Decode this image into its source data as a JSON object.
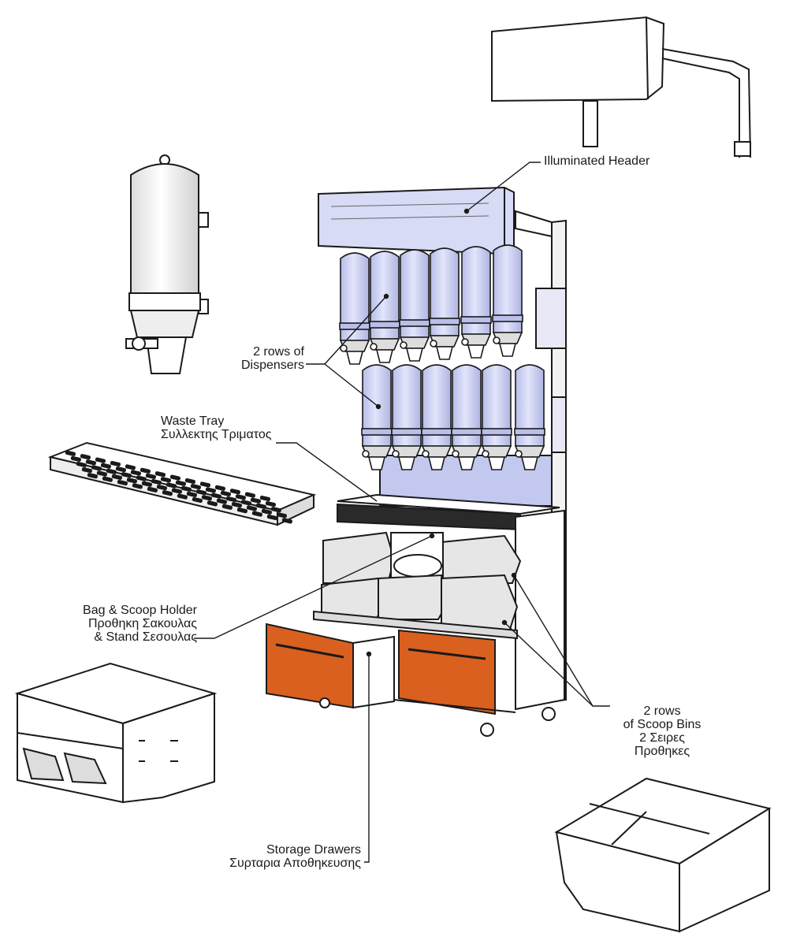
{
  "labels": {
    "illuminated_header": "Illuminated Header",
    "dispensers": [
      "2 rows of",
      "Dispensers"
    ],
    "waste_tray": [
      "Waste Tray",
      "Συλλεκτης Τριματος"
    ],
    "bag_scoop_holder": [
      "Bag & Scoop Holder",
      "Προθηκη Σακουλας",
      "& Stand Σεσουλας"
    ],
    "scoop_bins": [
      "2 rows",
      "of Scoop Bins",
      "2 Σειρες",
      "Προθηκες"
    ],
    "storage_drawers": [
      "Storage Drawers",
      "Συρταρια Αποθηκευσης"
    ]
  },
  "colors": {
    "dispenser_tint": "#c7cdf0",
    "back_panel": "#c3c8ee",
    "drawer_front": "#d9601f",
    "outline": "#1a1a1a",
    "metal": "#d7d7d7"
  }
}
